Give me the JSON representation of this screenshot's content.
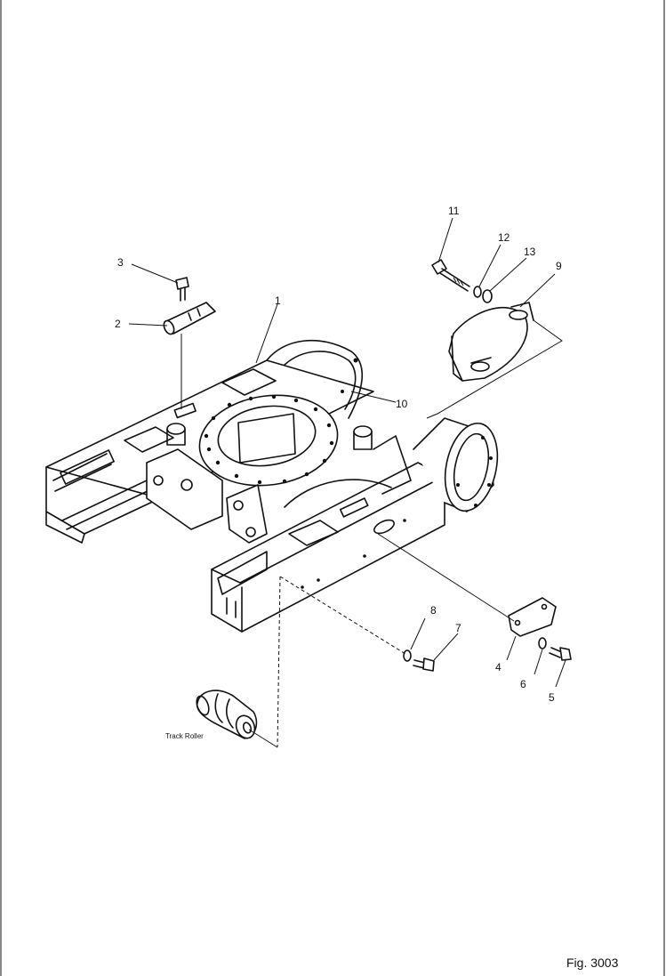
{
  "figure": {
    "number_label": "Fig. 3003"
  },
  "callouts": {
    "c1": "1",
    "c2": "2",
    "c3": "3",
    "c4": "4",
    "c5": "5",
    "c6": "6",
    "c7": "7",
    "c8": "8",
    "c9": "9",
    "c10": "10",
    "c11": "11",
    "c12": "12",
    "c13": "13"
  },
  "track_roller_label": "Track Roller",
  "colors": {
    "ink": "#111111",
    "paper": "#ffffff"
  }
}
